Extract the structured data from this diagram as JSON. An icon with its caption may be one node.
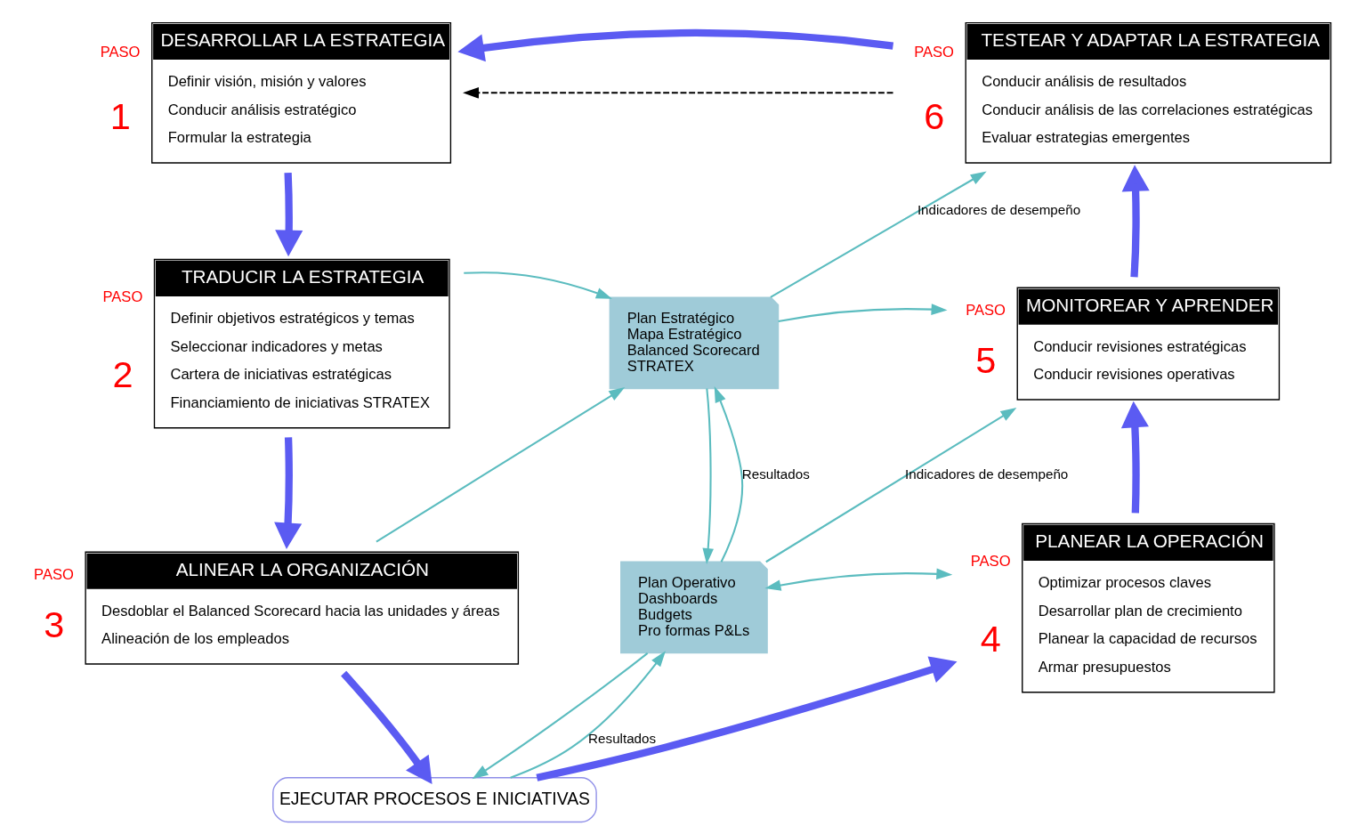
{
  "diagram": {
    "nodes": [
      {
        "text": [
          "DESARROLLAR LA ESTRATEGIA",
          "Definir visión, misión y valores",
          "Conducir análisis estratégico",
          "Formular la estrategia"
        ],
        "beside": [
          "PASO",
          "1"
        ]
      },
      {
        "text": [
          "TRADUCIR LA ESTRATEGIA",
          "Definir objetivos estratégicos y temas",
          "Seleccionar indicadores y metas",
          "Cartera de iniciativas estratégicas",
          "Financiamiento de iniciativas STRATEX"
        ],
        "beside": [
          "PASO",
          "2"
        ]
      },
      {
        "text": [
          "ALINEAR LA ORGANIZACIÓN",
          "Desdoblar el Balanced Scorecard hacia las unidades y áreas",
          "Alineación de los empleados"
        ],
        "beside": [
          "PASO",
          "3"
        ]
      },
      {
        "text": [
          "Plan Estratégico",
          "Mapa Estratégico",
          "Balanced Scorecard",
          "STRATEX"
        ]
      },
      {
        "text": [
          "Plan Operativo",
          "Dashboards",
          "Budgets",
          "Pro formas P&Ls"
        ]
      },
      {
        "text": [
          "EJECUTAR PROCESOS E INICIATIVAS"
        ]
      },
      {
        "text": [
          "PLANEAR LA OPERACIÓN",
          "Optimizar procesos claves",
          "Desarrollar plan de crecimiento",
          "Planear la capacidad de recursos",
          "Armar presupuestos"
        ],
        "beside": [
          "PASO",
          "4"
        ]
      },
      {
        "text": [
          "MONITOREAR Y APRENDER",
          "Conducir revisiones estratégicas",
          "Conducir revisiones operativas"
        ],
        "beside": [
          "PASO",
          "5"
        ]
      },
      {
        "text": [
          "TESTEAR Y ADAPTAR LA ESTRATEGIA",
          "Conducir análisis de resultados",
          "Conducir análisis de las correlaciones estratégicas",
          "Evaluar estrategias emergentes"
        ],
        "beside": [
          "PASO",
          "6"
        ]
      }
    ],
    "edges": [
      {
        "from": 8,
        "to": 0,
        "arrow": "to",
        "style": "dashed",
        "color": "#000000"
      },
      {
        "from": 1,
        "to": 3,
        "arrow": "to"
      },
      {
        "from": 3,
        "to": 8,
        "arrow": "to",
        "label": "Indicadores de desempeño"
      },
      {
        "from": 3,
        "to": 7,
        "arrow": "to"
      },
      {
        "from": 3,
        "to": 4,
        "arrow": "to"
      },
      {
        "from": 4,
        "to": 3,
        "arrow": "to",
        "label": "Resultados"
      },
      {
        "from": 2,
        "to": 3,
        "arrow": "to"
      },
      {
        "from": 4,
        "to": 7,
        "arrow": "to",
        "label": "Indicadores de desempeño"
      },
      {
        "from": 6,
        "to": 4,
        "arrow": "both"
      },
      {
        "from": 4,
        "to": 5,
        "arrow": "to"
      },
      {
        "from": 5,
        "to": 4,
        "arrow": "to",
        "label": "Resultados"
      },
      {
        "from": 0,
        "to": 1,
        "arrow": "to",
        "style": "thick",
        "color": "#5b5bf2"
      },
      {
        "from": 1,
        "to": 2,
        "arrow": "to",
        "style": "thick",
        "color": "#5b5bf2"
      },
      {
        "from": 2,
        "to": 5,
        "arrow": "to",
        "style": "thick",
        "color": "#5b5bf2"
      },
      {
        "from": 5,
        "to": 6,
        "arrow": "to",
        "style": "thick",
        "color": "#5b5bf2"
      },
      {
        "from": 6,
        "to": 7,
        "arrow": "to",
        "style": "thick",
        "color": "#5b5bf2"
      },
      {
        "from": 7,
        "to": 8,
        "arrow": "to",
        "style": "thick",
        "color": "#5b5bf2"
      },
      {
        "from": 8,
        "to": 0,
        "arrow": "to",
        "style": "thick",
        "color": "#5b5bf2"
      }
    ]
  }
}
